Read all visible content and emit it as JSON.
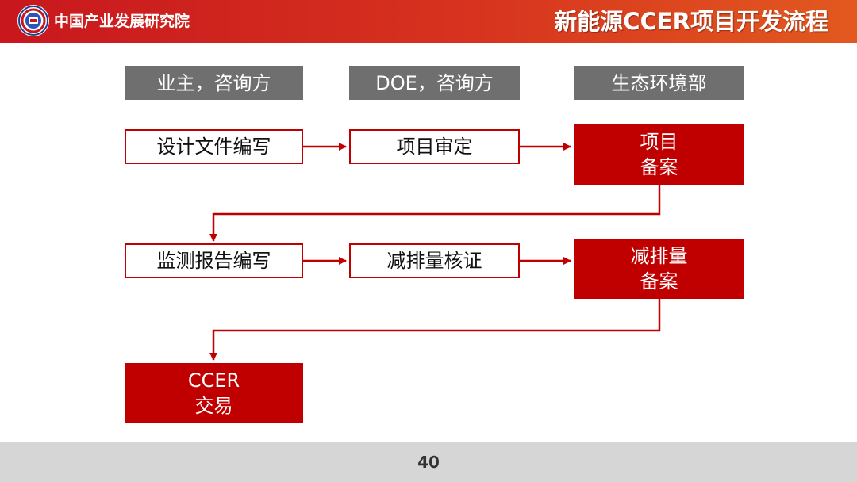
{
  "header": {
    "org_name": "中国产业发展研究院",
    "title": "新能源CCER项目开发流程"
  },
  "roles": [
    {
      "label": "业主，咨询方"
    },
    {
      "label": "DOE，咨询方"
    },
    {
      "label": "生态环境部"
    }
  ],
  "steps": {
    "design_doc": "设计文件编写",
    "project_validation": "项目审定",
    "project_filing": "项目\n备案",
    "monitoring_report": "监测报告编写",
    "reduction_verification": "减排量核证",
    "reduction_filing": "减排量\n备案",
    "ccer_trading": "CCER\n交易"
  },
  "colors": {
    "header_red": "#c8171d",
    "accent_red": "#c00000",
    "role_gray": "#6f6f6f",
    "footer_gray": "#d6d6d6"
  },
  "footer": {
    "page_number": "40"
  }
}
